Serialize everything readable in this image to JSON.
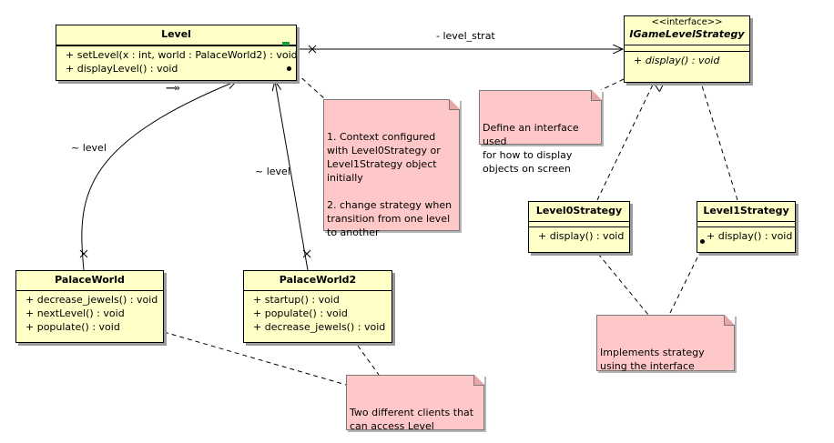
{
  "classes": {
    "level": {
      "name": "Level",
      "operations": [
        "+ setLevel(x : int, world : PalaceWorld2) : void",
        "+ displayLevel() : void"
      ]
    },
    "strategy": {
      "stereotype": "<<interface>>",
      "name": "IGameLevelStrategy",
      "operations": [
        "+ display() : void"
      ]
    },
    "palace_world": {
      "name": "PalaceWorld",
      "operations": [
        "+ decrease_jewels() : void",
        "+ nextLevel() : void",
        "+ populate() : void"
      ]
    },
    "palace_world2": {
      "name": "PalaceWorld2",
      "operations": [
        "+ startup() : void",
        "+ populate() : void",
        "+ decrease_jewels() : void"
      ]
    },
    "level0": {
      "name": "Level0Strategy",
      "operations": [
        "+ display() : void"
      ]
    },
    "level1": {
      "name": "Level1Strategy",
      "operations": [
        "+ display() : void"
      ]
    }
  },
  "labels": {
    "level_strat": "- level_strat",
    "level_a": "~ level",
    "level_b": "~ level",
    "nav_arrow": "—»"
  },
  "notes": {
    "context": "1. Context configured\nwith Level0Strategy or\nLevel1Strategy object\ninitially\n\n2. change strategy when\ntransition from one level\nto another",
    "define": "Define an interface used\nfor how to display\nobjects on screen",
    "implements": "Implements strategy\nusing the interface",
    "clients": "Two different clients that\ncan access Level"
  },
  "colors": {
    "class_fill": "#ffffc8",
    "note_fill": "#ffc8c8",
    "line": "#000000"
  }
}
